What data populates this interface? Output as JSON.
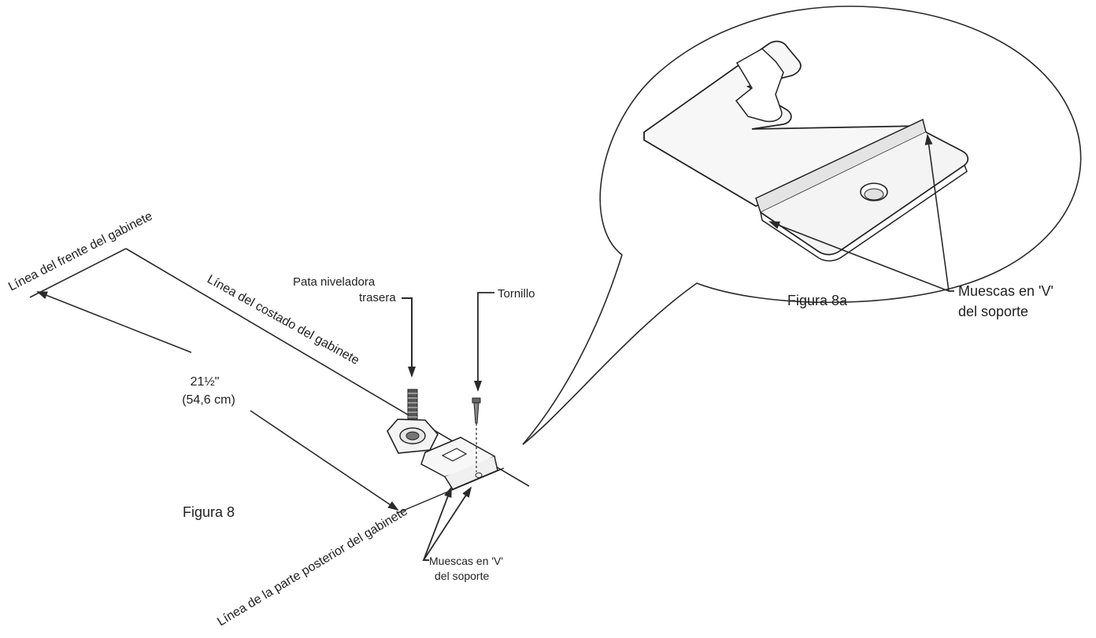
{
  "labels": {
    "front_line": "Línea del frente del gabinete",
    "side_line": "Línea del costado del gabinete",
    "rear_line": "Línea de la parte posterior del gabinete",
    "leveling_leg_1": "Pata niveladora",
    "leveling_leg_2": "trasera",
    "screw": "Tornillo",
    "dimension_in": "21½\"",
    "dimension_cm": "(54,6 cm)",
    "figure_main": "Figura 8",
    "notches_1": "Muescas en 'V'",
    "notches_2": "del soporte",
    "figure_detail": "Figura 8a",
    "detail_notches_1": "Muescas en 'V'",
    "detail_notches_2": "del soporte"
  }
}
